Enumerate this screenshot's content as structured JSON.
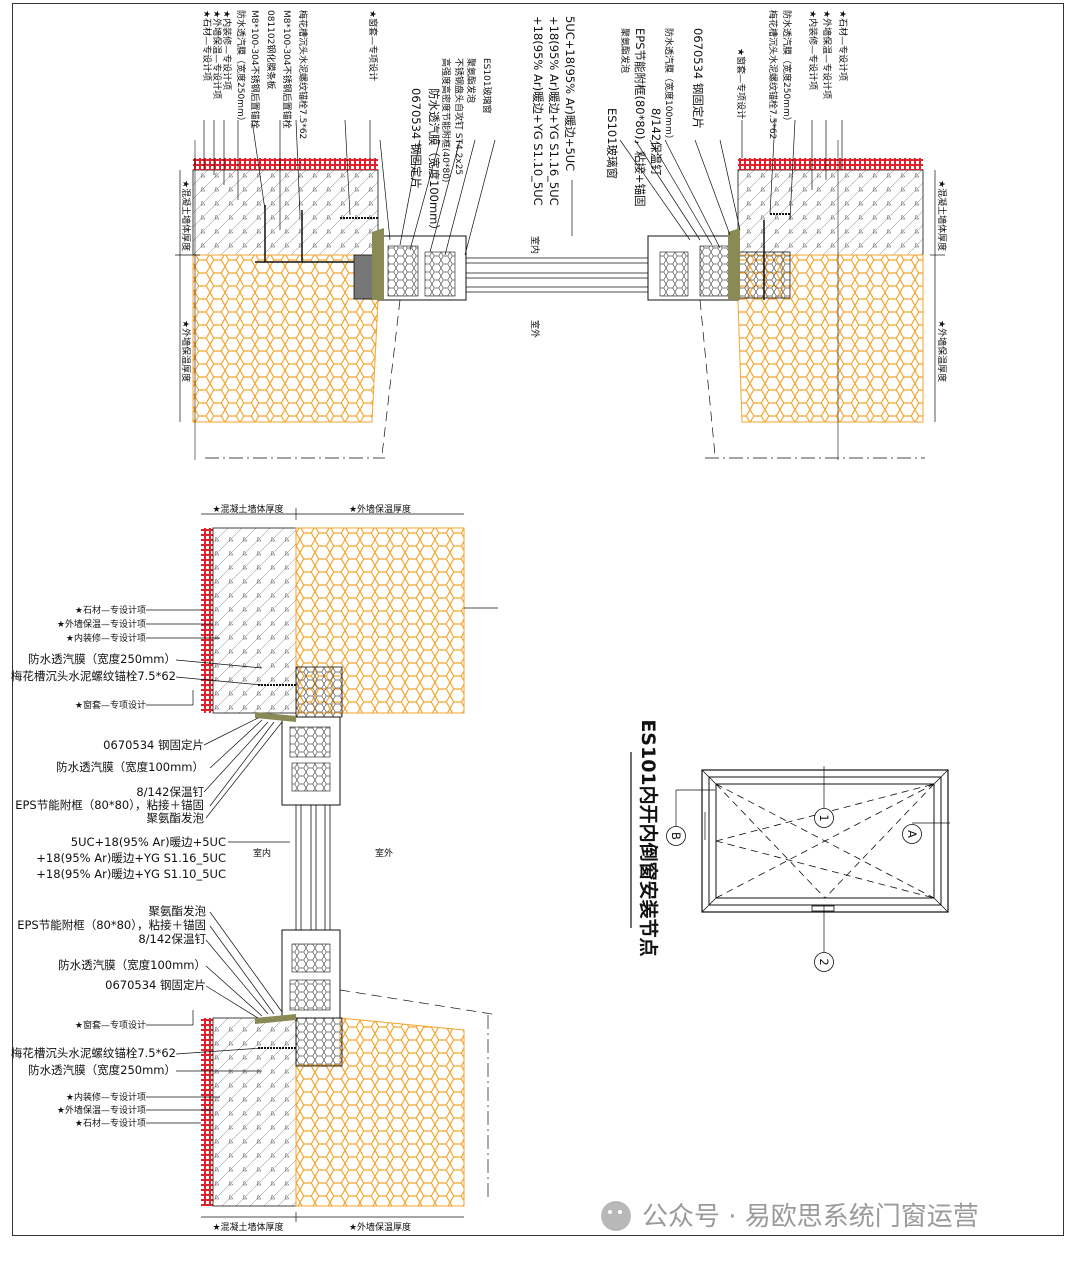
{
  "top_section": {
    "left_labels": [
      "★石材—专设计项",
      "★外墙保温—专设计项",
      "★内装修—专设计项",
      "防水透汽膜（宽度250mm）",
      "M8*100-304不锈钢后置锚栓",
      "081102钢化膜条板",
      "M8*100-304不锈钢后置锚栓",
      "梅花槽沉头水泥螺纹锚栓7.5*62",
      "★窗套—专项设计"
    ],
    "center_left_labels": [
      "ES101玻璃窗",
      "聚氨酯发泡",
      "不锈钢盘头自攻钉 ST4.2x25",
      "高强度高密度节能附框(40*80)",
      "防水透汽膜（宽度100mm）",
      "0670534 钢固定片"
    ],
    "glass_spec_lines": [
      "5UC+18(95% Ar)暖边+5UC",
      "+18(95% Ar)暖边+YG S1.16_5UC",
      "+18(95% Ar)暖边+YG S1.10_5UC"
    ],
    "center_right_labels": [
      "EPS节能附框(80*80)，粘接+锚固",
      "聚氨酯发泡",
      "ES101玻璃窗",
      "8/142保温钉",
      "防水透汽膜（宽度100mm）",
      "0670534 钢固定片"
    ],
    "right_labels": [
      "★窗套—专项设计",
      "梅花槽沉头水泥螺纹锚栓7.5*62",
      "防水透汽膜（宽度250mm）",
      "★内装修—专设计项",
      "★外墙保温—专设计项",
      "★石材—专设计项"
    ],
    "dim_wall": "★混凝土墙体厚度",
    "dim_insulation": "★外墙保温厚度",
    "room_in": "室内",
    "room_out": "室外"
  },
  "bottom_section": {
    "dim_wall": "★混凝土墙体厚度",
    "dim_insulation": "★外墙保温厚度",
    "upper_labels": [
      "★石材—专设计项",
      "★外墙保温—专设计项",
      "★内装修—专设计项",
      "防水透汽膜（宽度250mm）",
      "梅花槽沉头水泥螺纹锚栓7.5*62",
      "★窗套—专项设计"
    ],
    "upper_window_labels": [
      "0670534 钢固定片",
      "防水透汽膜（宽度100mm）",
      "8/142保温钉",
      "EPS节能附框（80*80），粘接＋锚固",
      "聚氨酯发泡"
    ],
    "glass_spec_lines": [
      "5UC+18(95% Ar)暖边+5UC",
      "+18(95% Ar)暖边+YG S1.16_5UC",
      "+18(95% Ar)暖边+YG S1.10_5UC"
    ],
    "lower_window_labels": [
      "聚氨酯发泡",
      "EPS节能附框（80*80），粘接＋锚固",
      "8/142保温钉",
      "防水透汽膜（宽度100mm）",
      "0670534 钢固定片"
    ],
    "lower_labels": [
      "★窗套—专项设计",
      "梅花槽沉头水泥螺纹锚栓7.5*62",
      "防水透汽膜（宽度250mm）",
      "★内装修—专设计项",
      "★外墙保温—专设计项",
      "★石材—专设计项"
    ],
    "room_in": "室内",
    "room_out": "室外"
  },
  "elevation": {
    "title": "ES101内开内倒窗安装节点",
    "markers": [
      "A",
      "B",
      "1",
      "2"
    ]
  },
  "watermark": "公众号 · 易欧思系统门窗运营",
  "colors": {
    "insulation": "#f4a531",
    "stone": "#e0202a",
    "frame_fill": "#8a8a55",
    "line": "#111111",
    "watermark": "#9a9a9a"
  }
}
